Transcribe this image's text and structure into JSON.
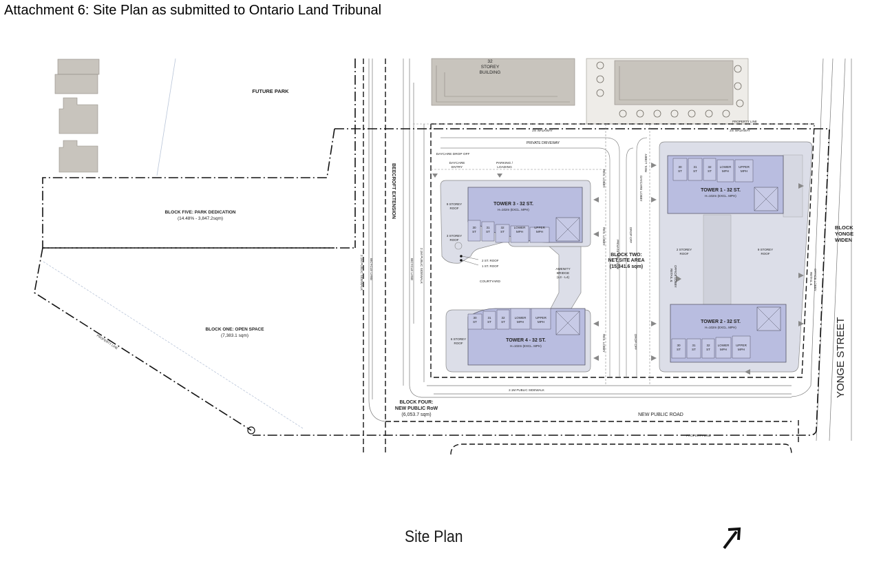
{
  "header": {
    "title": "Attachment 6: Site Plan as submitted to Ontario Land Tribunal"
  },
  "caption": "Site Plan",
  "icons": {
    "north_arrow": "north-arrow-icon"
  },
  "colors": {
    "tower": "#b9bde0",
    "tower_roof": "#d3d5ec",
    "podium": "#dcdee8",
    "neighbour_building": "#c8c4bd",
    "park_bg": "#ffffff"
  },
  "blocks": {
    "future_park": "FUTURE PARK",
    "block_five": "BLOCK FIVE: PARK DEDICATION",
    "block_five_area": "(14.48% - 3,847.2sqm)",
    "block_one": "BLOCK ONE: OPEN SPACE",
    "block_one_area": "(7,383.1 sqm)",
    "block_two": "BLOCK TWO:",
    "block_two_sub": "NET SITE AREA",
    "block_two_area": "(15,341.6 sqm)",
    "block_four": "BLOCK FOUR:",
    "block_four_sub": "NEW PUBLIC RoW",
    "block_four_area": "(6,053.7 sqm)",
    "block_edge_1": "BLOCK",
    "block_edge_2": "YONGE",
    "block_edge_3": "WIDEN"
  },
  "streets": {
    "yonge": "YONGE STREET",
    "beecroft": "BEECROFT EXTENSION",
    "new_public_road": "NEW PUBLIC ROAD",
    "property_line": "PROPERTY LINE",
    "property_line_top": "PROPERTY LINE",
    "property_line_diag": "PROPERTY LINE",
    "sidewalk": "2.1M PUBLIC SIDEWALK",
    "sidewalk_v1": "2.1M PUBLIC SIDEWALK",
    "sidewalk_v2": "2.1M PUBLIC SIDEWALK",
    "bicycle_lane": "BICYCLE LANE",
    "bicycle_lane_2": "BICYCLE LANE",
    "private_driveway": "PRIVATE DRIVEWAY",
    "private_driveway_v": "PRIVATE DRIVEWAY",
    "walkway_left": "2m WALKWAY",
    "walkway_right": "2m WALKWAY"
  },
  "neighbour": {
    "line1": "32",
    "line2": "STOREY",
    "line3": "BUILDING"
  },
  "site": {
    "daycare_drop_off": "DAYCARE DROP OFF",
    "daycare_entry_1": "DAYCARE",
    "daycare_entry_2": "ENTRY",
    "parking_1": "PARKING /",
    "parking_2": "LOADING",
    "courtyard": "COURTYARD",
    "amenity_1": "AMENITY",
    "amenity_2": "BRIDGE",
    "amenity_3": "(L3 - L4)",
    "drop_off_1": "DROP OFF",
    "drop_off_2": "DROP OFF",
    "res_lobby_1": "RES. LOBBY",
    "res_lobby_2": "RES. LOBBY",
    "res_lobby_3": "RES. LOBBY",
    "res_lobby_4": "RES. LOBBY",
    "daycare_lobby": "DAYCARE LOBBY",
    "retail_lobby_1": "RETAIL &",
    "retail_lobby_2": "OFFICE LOBBY",
    "retail_lobby_3": "RETAIL &",
    "retail_lobby_4": "OFFICE LOBBY",
    "roof_2st": "2 ST. ROOF",
    "roof_1st": "1 ST. ROOF",
    "podium_9": "9 STOREY",
    "podium_9b": "ROOF",
    "podium_3": "3 STOREY",
    "podium_3b": "ROOF",
    "podium_6": "6 STOREY",
    "podium_6b": "ROOF",
    "podium_2": "2 STOREY",
    "podium_2b": "ROOF",
    "podium_9r": "9 STOREY",
    "podium_9rb": "ROOF"
  },
  "towers": [
    {
      "name": "TOWER 1 - 32 ST.",
      "height": "H=102m (EXCL. MPH)",
      "steps": [
        "30 ST",
        "31 ST",
        "32 ST",
        "LOWER MPH",
        "UPPER MPH"
      ]
    },
    {
      "name": "TOWER 2 - 32 ST.",
      "height": "H=102m (EXCL. MPH)",
      "steps": [
        "30 ST",
        "31 ST",
        "32 ST",
        "LOWER MPH",
        "UPPER MPH"
      ]
    },
    {
      "name": "TOWER 3 - 32 ST.",
      "height": "H=102m (EXCL. MPH)",
      "steps": [
        "30 ST",
        "31 ST",
        "32 ST",
        "LOWER MPH",
        "UPPER MPH"
      ]
    },
    {
      "name": "TOWER 4 - 32 ST.",
      "height": "H=102m (EXCL. MPH)",
      "steps": [
        "30 ST",
        "31 ST",
        "32 ST",
        "LOWER MPH",
        "UPPER MPH"
      ]
    }
  ]
}
